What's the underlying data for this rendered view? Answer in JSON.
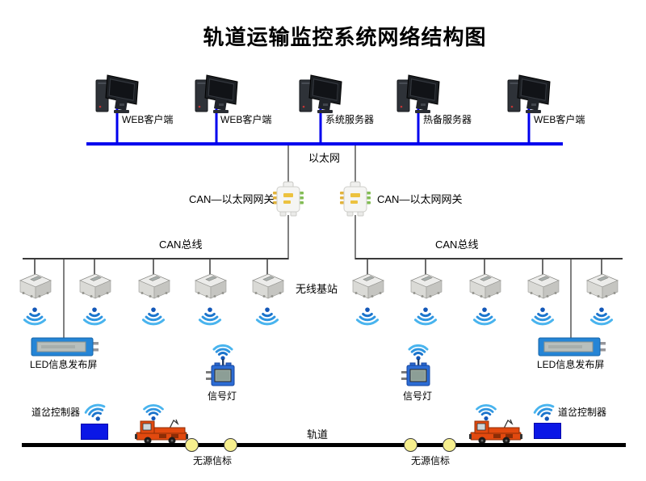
{
  "title": "轨道运输监控系统网络结构图",
  "ethernet": {
    "label": "以太网"
  },
  "computers": [
    {
      "label": "WEB客户端"
    },
    {
      "label": "WEB客户端"
    },
    {
      "label": "系统服务器"
    },
    {
      "label": "热备服务器"
    },
    {
      "label": "WEB客户端"
    }
  ],
  "gateways": {
    "left_label": "CAN—以太网网关",
    "right_label": "CAN—以太网网关"
  },
  "can_bus": {
    "left_label": "CAN总线",
    "right_label": "CAN总线"
  },
  "wireless_base_station_label": "无线基站",
  "led_screens": {
    "left_label": "LED信息发布屏",
    "right_label": "LED信息发布屏"
  },
  "signal_lights": {
    "left_label": "信号灯",
    "right_label": "信号灯"
  },
  "switch_controllers": {
    "left_label": "道岔控制器",
    "right_label": "道岔控制器"
  },
  "track": {
    "label": "轨道"
  },
  "beacons": {
    "left_label": "无源信标",
    "right_label": "无源信标"
  },
  "colors": {
    "ethernet_blue": "#0000ee",
    "connector_gray": "#555555",
    "can_bus_dark": "#3a3a3a",
    "led_screen_blue": "#2585d6",
    "controller_blue": "#0a17e6",
    "beacon_yellow": "#f6ef8e",
    "locomotive_orange": "#e2490f",
    "wifi_blue": "#1b74cc"
  }
}
